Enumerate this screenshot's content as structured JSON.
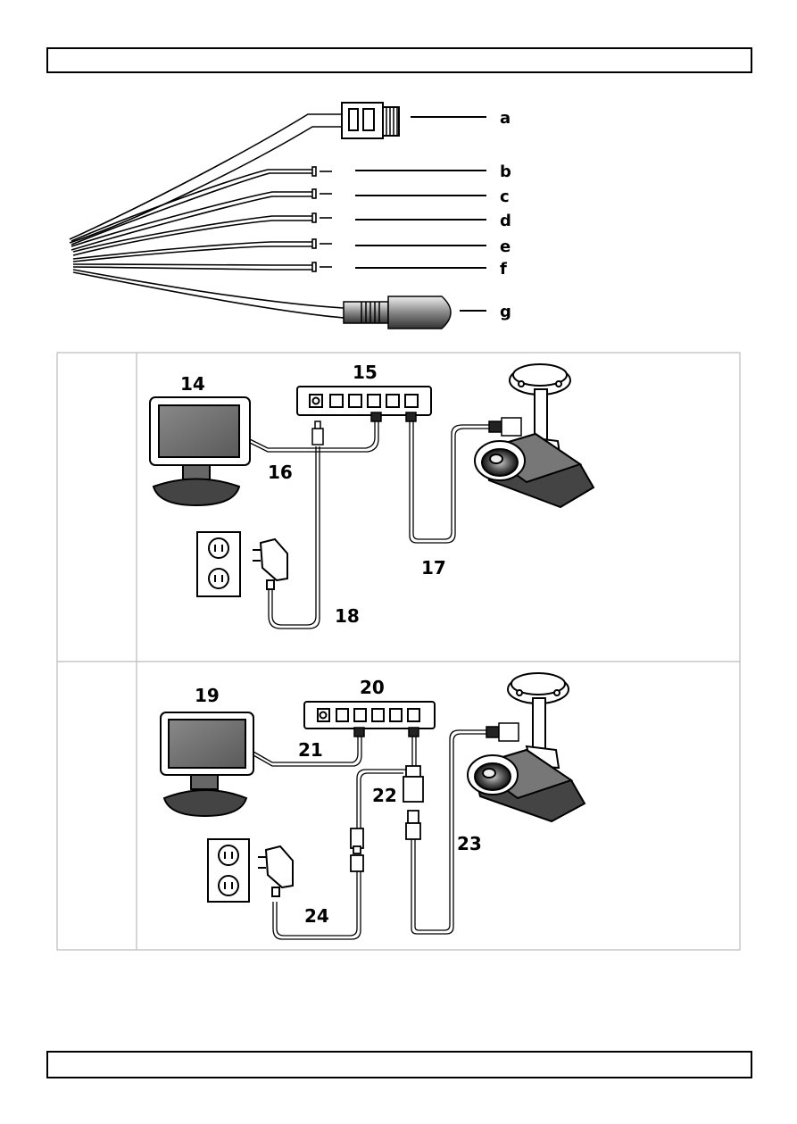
{
  "header_text": "",
  "footer_text": "",
  "connector_labels": [
    "a",
    "b",
    "c",
    "d",
    "e",
    "f",
    "g"
  ],
  "setup_1": {
    "monitor_label": "14",
    "switch_label": "15",
    "monitor_cable_label": "16",
    "camera_cable_label": "17",
    "power_cable_label": "18"
  },
  "setup_2": {
    "monitor_label": "19",
    "switch_label": "20",
    "monitor_cable_label": "21",
    "poe_injector_label": "22",
    "camera_cable_label": "23",
    "power_cable_label": "24"
  }
}
